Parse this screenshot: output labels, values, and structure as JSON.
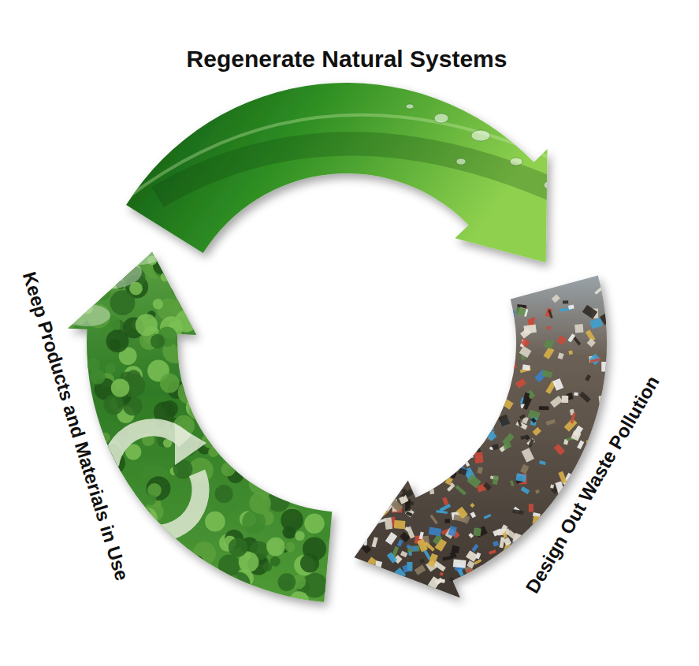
{
  "diagram": {
    "nodes": [
      {
        "text": [
          "Regenerate Natural Systems"
        ]
      },
      {
        "text": [
          "Design Out Waste Pollution"
        ]
      },
      {
        "text": [
          "Keep Products and Materials in Use"
        ]
      }
    ]
  }
}
